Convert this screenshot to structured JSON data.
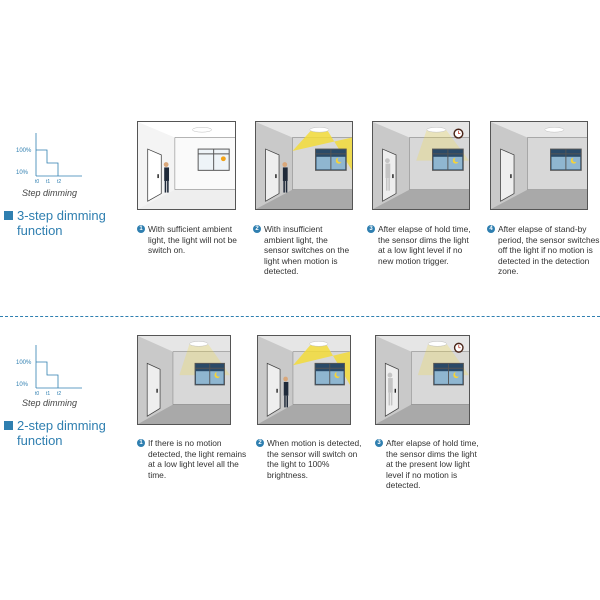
{
  "sections": [
    {
      "title_line1": "3-step dimming",
      "title_line2": "function",
      "chart": {
        "y_high": "100%",
        "y_low": "10%",
        "x_ticks": [
          "t0",
          "t1",
          "t2"
        ],
        "caption": "Step dimming"
      },
      "steps": [
        {
          "num": "1",
          "text": "With sufficient ambient light, the light will not be switch on."
        },
        {
          "num": "2",
          "text": "With insufficient ambient light, the sensor switches on the light when motion is detected."
        },
        {
          "num": "3",
          "text": "After elapse of hold time, the sensor dims the light at a low light level if no new motion trigger."
        },
        {
          "num": "4",
          "text": "After elapse of stand-by period, the sensor switches off the light if no motion is detected in the detection zone."
        }
      ]
    },
    {
      "title_line1": "2-step dimming",
      "title_line2": "function",
      "chart": {
        "y_high": "100%",
        "y_low": "10%",
        "x_ticks": [
          "t0",
          "t1",
          "t2"
        ],
        "caption": "Step dimming"
      },
      "steps": [
        {
          "num": "1",
          "text": "If there is no motion detected, the light remains at a low light level all the time."
        },
        {
          "num": "2",
          "text": "When motion is detected, the sensor will switch on the light to 100% brightness."
        },
        {
          "num": "3",
          "text": "After elapse of hold time, the sensor dims the light at the present low light level if no motion is detected."
        }
      ]
    }
  ],
  "colors": {
    "accent": "#2f7fb0",
    "light": "#f3dc3a"
  }
}
